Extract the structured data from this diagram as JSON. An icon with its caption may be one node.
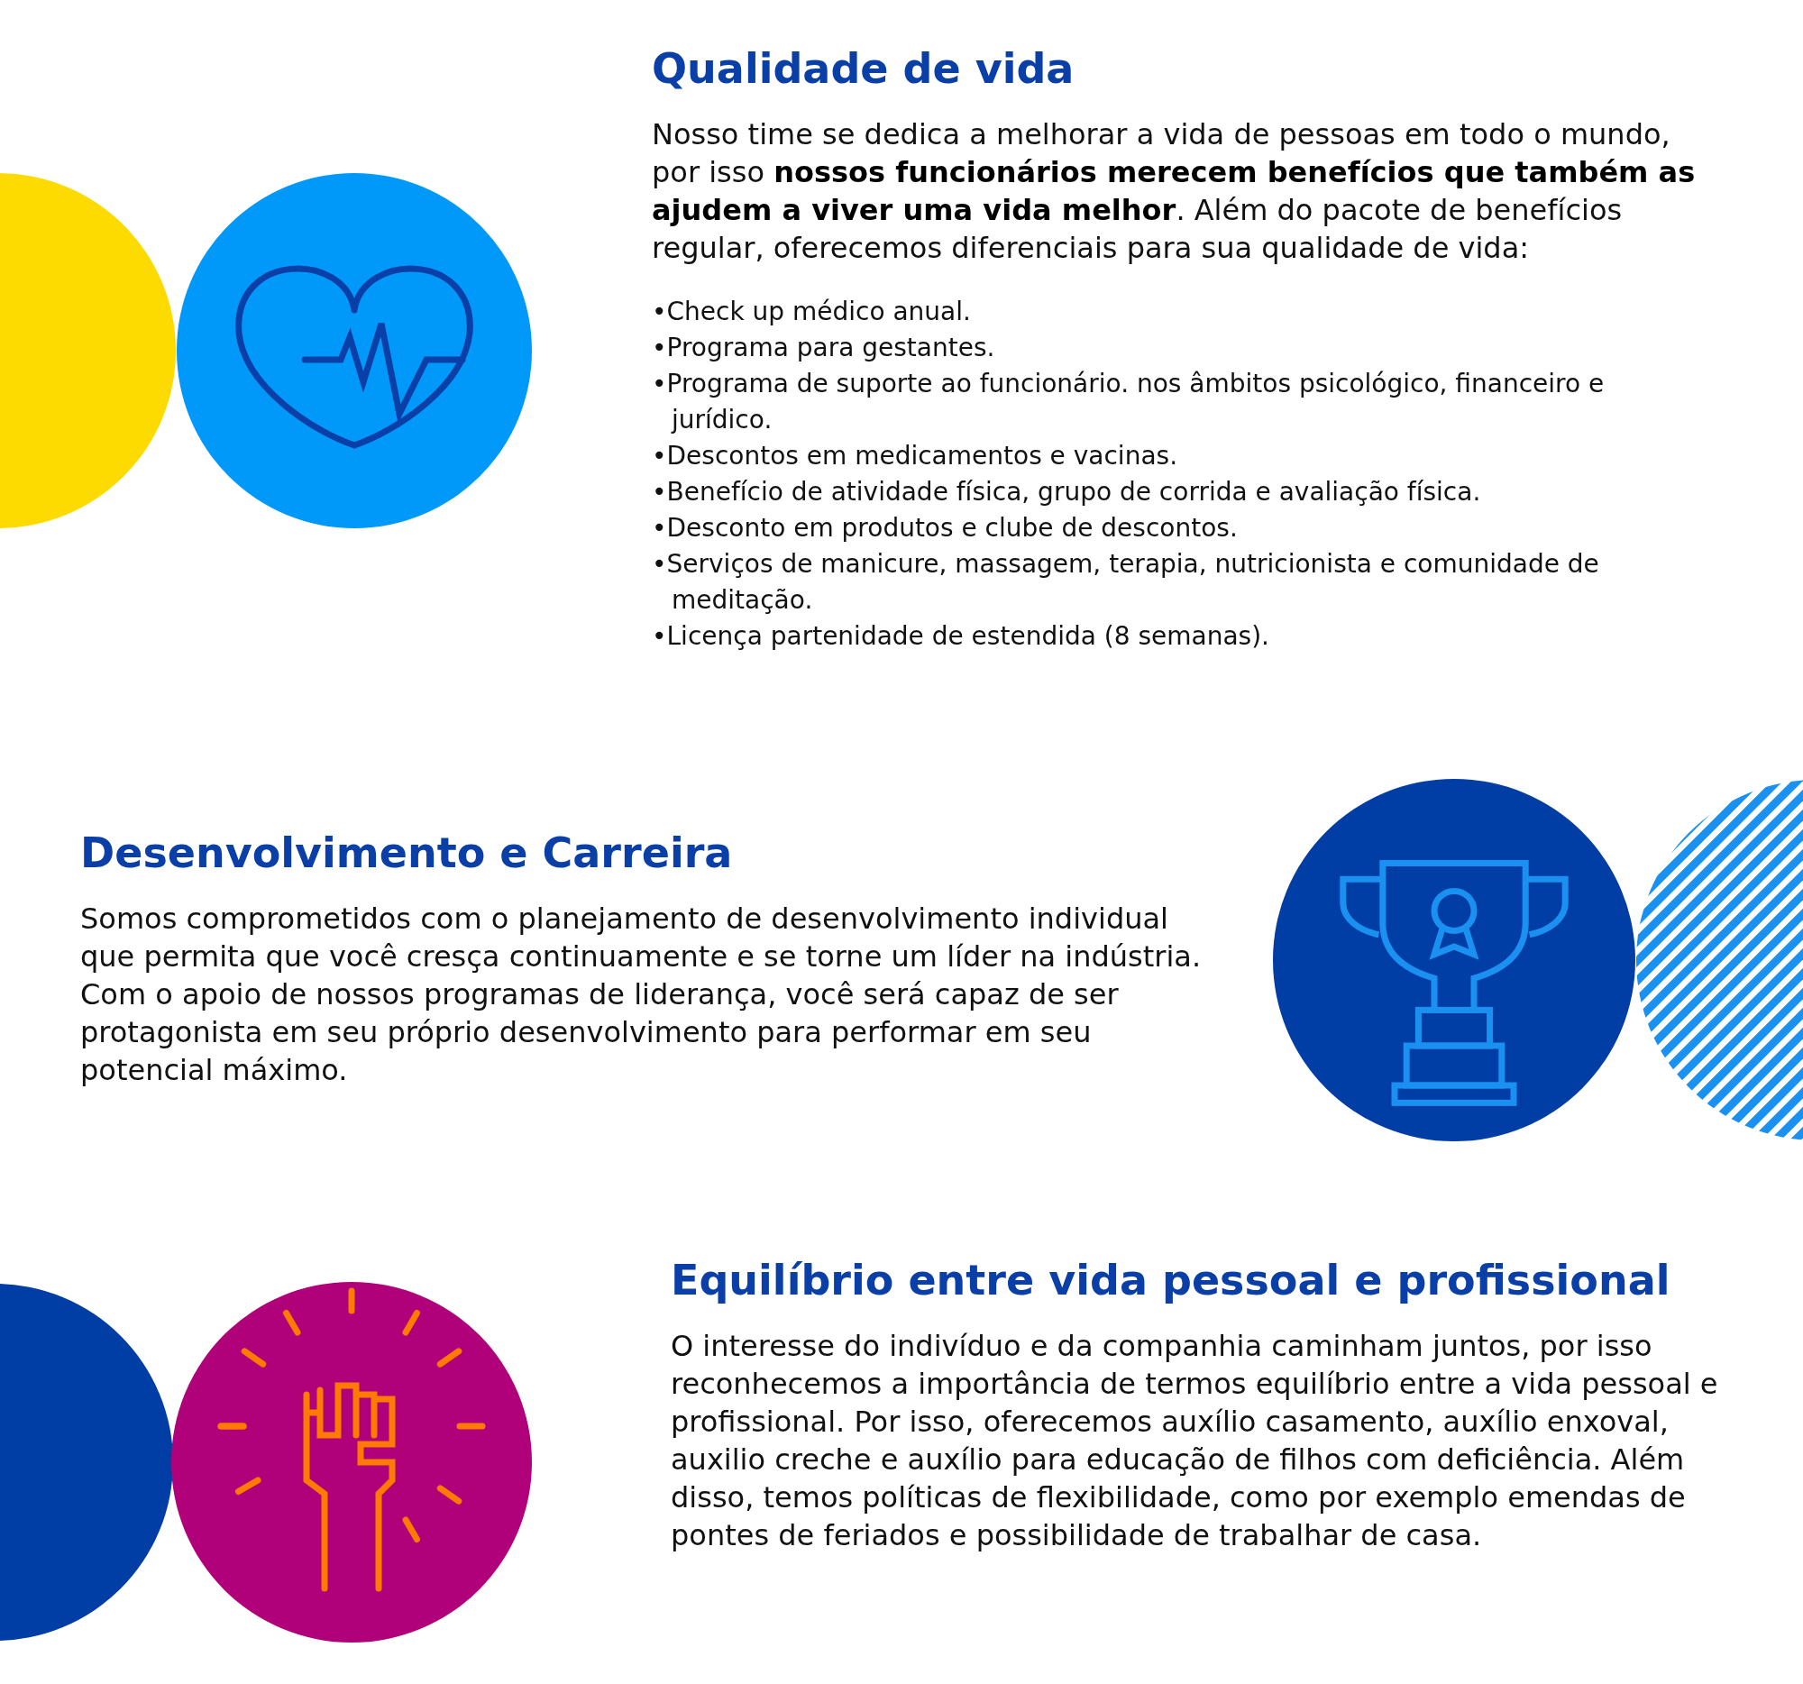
{
  "diagram": {
    "labels": [
      "Qualidade de vida",
      "Nosso time se dedica a melhorar a vida de pessoas em todo o mundo, por isso **nossos funcionários merecem benefícios que também as ajudem a viver uma vida melhor**. Além do pacote de benefícios regular, oferecemos diferenciais para sua qualidade de vida:",
      "•Check up médico anual.",
      "•Programa para gestantes.",
      "•Programa de suporte ao funcionário. nos âmbitos psicológico, financeiro e jurídico.",
      "•Descontos em medicamentos e vacinas.",
      "•Benefício de atividade física, grupo de corrida e avaliação física.",
      "•Desconto em produtos e clube de descontos.",
      "•Serviços de manicure, massagem, terapia, nutricionista e comunidade de meditação.",
      "•Licença partenidade de estendida (8 semanas).",
      "Desenvolvimento e Carreira",
      "Somos comprometidos com o planejamento de desenvolvimento individual que permita que você cresça continuamente e se torne um líder na indústria. Com o apoio de nossos programas de liderança, você será capaz de ser protagonista em seu próprio desenvolvimento para performar em seu potencial máximo.",
      "Equilíbrio entre vida pessoal e profissional",
      "O interesse do indivíduo e da companhia caminham juntos, por isso reconhecemos a importância de termos equilíbrio entre a vida pessoal e profissional. Por isso, oferecemos auxílio casamento, auxílio enxoval, auxilio creche e auxílio para educação de filhos com deficiência. Além disso, temos políticas de flexibilidade, como por exemplo emendas de pontes de feriados e possibilidade de trabalhar de casa."
    ]
  }
}
